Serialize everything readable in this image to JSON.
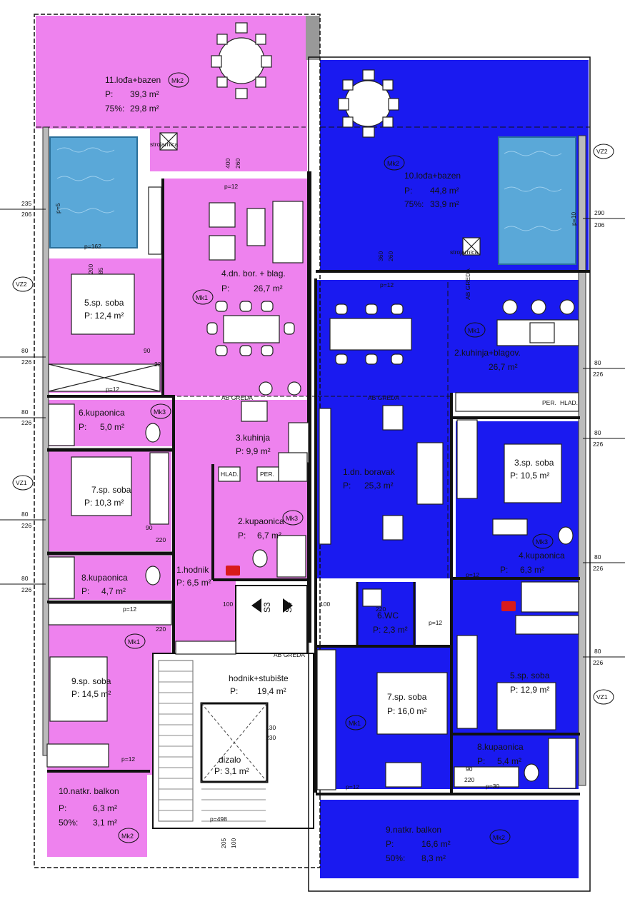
{
  "colors": {
    "left_unit": "#ee82ee",
    "right_unit": "#1a1af0",
    "pool": "#5aa8d8",
    "wall": "#111111",
    "door_icon": "#d81b1b"
  },
  "left_rooms": {
    "r11": {
      "title": "11.lođa+bazen",
      "area_label": "P:",
      "area": "39,3 m²",
      "pct_label": "75%:",
      "pct_area": "29,8 m²",
      "tag": "Mk2"
    },
    "r4": {
      "title": "4.dn. bor. + blag.",
      "area_label": "P:",
      "area": "26,7 m²",
      "tag": "Mk1"
    },
    "r5": {
      "title": "5.sp. soba",
      "area": "P: 12,4 m²"
    },
    "r6": {
      "title": "6.kupaonica",
      "area_label": "P:",
      "area": "5,0 m²",
      "tag": "Mk3"
    },
    "r3": {
      "title": "3.kuhinja",
      "area": "P: 9,9 m²"
    },
    "r7": {
      "title": "7.sp. soba",
      "area": "P: 10,3 m²"
    },
    "r2": {
      "title": "2.kupaonica",
      "area_label": "P:",
      "area": "6,7 m²",
      "tag": "Mk3"
    },
    "r8": {
      "title": "8.kupaonica",
      "area_label": "P:",
      "area": "4,7 m²"
    },
    "r1": {
      "title": "1.hodnik",
      "area": "P: 6,5 m²"
    },
    "r9": {
      "title": "9.sp. soba",
      "area": "P: 14,5 m²",
      "tag": "Mk1"
    },
    "r10": {
      "title": "10.natkr. balkon",
      "area_label": "P:",
      "area": "6,3 m²",
      "pct_label": "50%:",
      "pct_area": "3,1 m²",
      "tag": "Mk2"
    }
  },
  "shared": {
    "stair_title": "hodnik+stubište",
    "stair_area_label": "P:",
    "stair_area": "19,4 m²",
    "lift_title": "dizalo",
    "lift_area": "P: 3,1 m²",
    "section_s3": "S3",
    "section_s4": "S4",
    "beam": "AB GREDA",
    "roof": "strojarnica"
  },
  "right_rooms": {
    "r10": {
      "title": "10.lođa+bazen",
      "area_label": "P:",
      "area": "44,8 m²",
      "pct_label": "75%:",
      "pct_area": "33,9 m²",
      "tag": "Mk2"
    },
    "r2": {
      "title": "2.kuhinja+blagov.",
      "area": "26,7 m²",
      "tag": "Mk1"
    },
    "r1": {
      "title": "1.dn. boravak",
      "area_label": "P:",
      "area": "25,3 m²"
    },
    "r3": {
      "title": "3.sp. soba",
      "area": "P: 10,5 m²"
    },
    "r4": {
      "title": "4.kupaonica",
      "area_label": "P:",
      "area": "6,3 m²",
      "tag": "Mk3"
    },
    "r6": {
      "title": "6.WC",
      "area": "P: 2,3 m²"
    },
    "r5": {
      "title": "5.sp. soba",
      "area": "P: 12,9 m²"
    },
    "r7": {
      "title": "7.sp. soba",
      "area": "P: 16,0 m²",
      "tag": "Mk1"
    },
    "r8": {
      "title": "8.kupaonica",
      "area_label": "P:",
      "area": "5,4 m²"
    },
    "r9": {
      "title": "9.natkr. balkon",
      "area_label": "P:",
      "area": "16,6 m²",
      "pct_label": "50%:",
      "pct_area": "8,3 m²",
      "tag": "Mk2"
    }
  },
  "labels": {
    "hlad": "HLAD.",
    "per": "PER."
  },
  "walls": {
    "vz1": "VZ1",
    "vz2": "VZ2"
  },
  "dims": {
    "d235": "235",
    "d206": "206",
    "d290": "290",
    "d80": "80",
    "d226": "226",
    "d400": "400",
    "d260": "260",
    "d360": "360",
    "d130": "130",
    "d230": "230",
    "d100": "100",
    "d220": "220",
    "d205": "205",
    "d90": "90",
    "p12": "p=12",
    "p30": "p=30",
    "p162": "p=162",
    "p498": "p=498",
    "p5": "p=5",
    "p10": "p=10",
    "d200": "200",
    "d85": "85"
  }
}
